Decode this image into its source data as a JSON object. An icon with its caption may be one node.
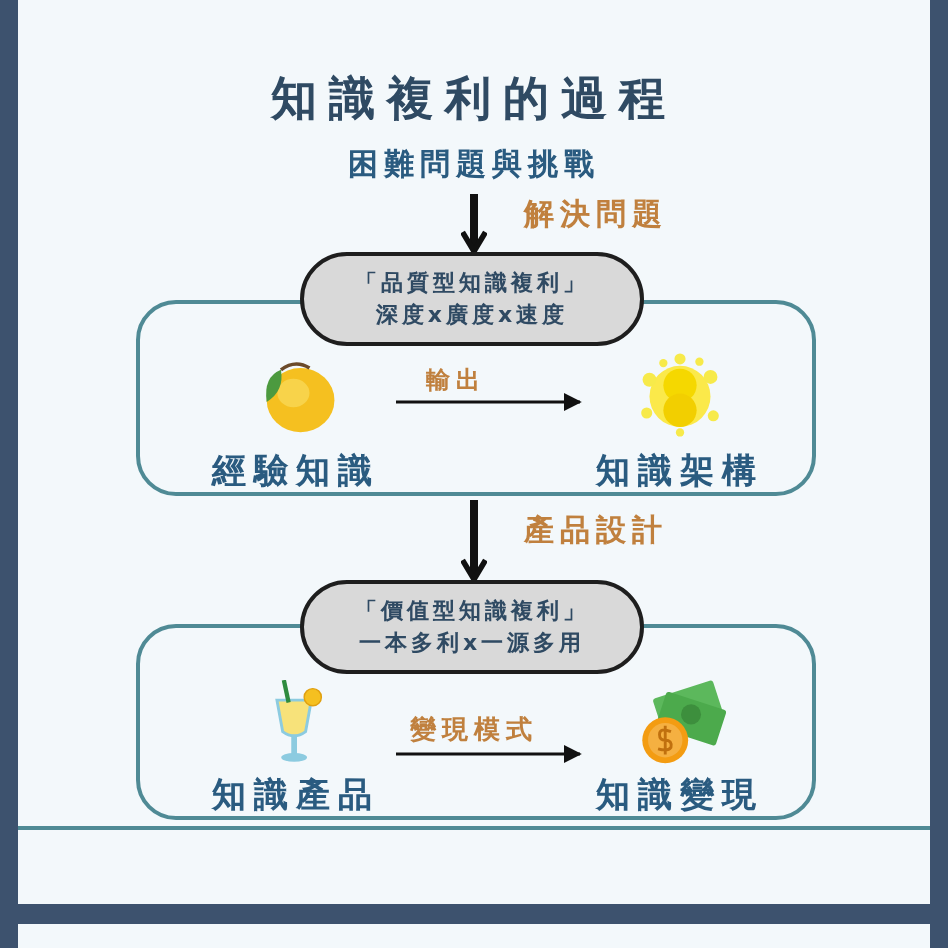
{
  "diagram": {
    "title": "知識複利的過程",
    "nodes": [
      {
        "text": [
          "困難問題與挑戰"
        ]
      },
      {
        "text": [],
        "shape": "box"
      },
      {
        "text": [
          "「品質型知識複利」",
          "深度x廣度x速度"
        ]
      },
      {
        "text": [
          "經驗知識"
        ],
        "in": 1
      },
      {
        "text": [
          "知識架構"
        ],
        "in": 1
      },
      {
        "text": [],
        "shape": "box"
      },
      {
        "text": [
          "「價值型知識複利」",
          "一本多利x一源多用"
        ]
      },
      {
        "text": [
          "知識產品"
        ],
        "in": 5
      },
      {
        "text": [
          "知識變現"
        ],
        "in": 5
      }
    ],
    "edges": [
      {
        "from": 0,
        "to": 2,
        "arrow": "to",
        "label": "解決問題",
        "style": "thick"
      },
      {
        "from": 3,
        "to": 4,
        "arrow": "to",
        "label": "輸出"
      },
      {
        "from": 1,
        "to": 6,
        "arrow": "to",
        "label": "產品設計",
        "style": "thick"
      },
      {
        "from": 7,
        "to": 8,
        "arrow": "to",
        "label": "變現模式"
      }
    ]
  }
}
